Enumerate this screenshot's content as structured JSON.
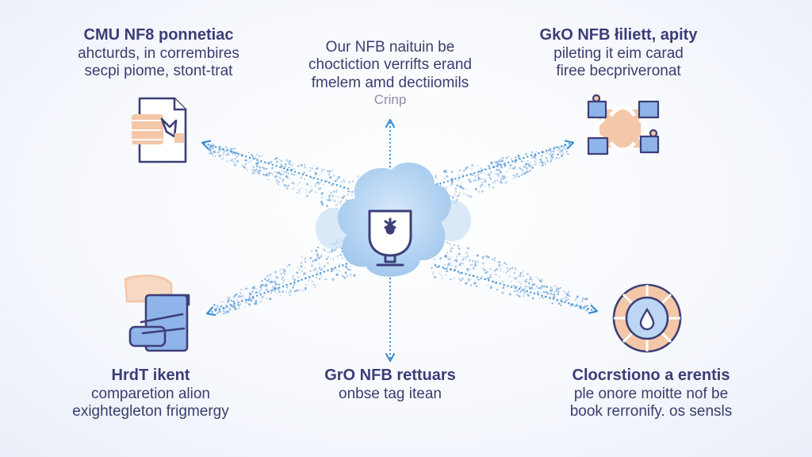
{
  "blocks": {
    "top_left": {
      "title": "CMU NF8 ponnetiac",
      "line1": "ahcturds, in corrembires",
      "line2": "secpi piome, stont-trat"
    },
    "top_center": {
      "line1": "Our NFB naituin be",
      "line2": "choctiction verrifts erand",
      "line3": "fmelem amd dectiiomils",
      "sub": "Crinp"
    },
    "top_right": {
      "title": "GkO NFB łiliett, apity",
      "line1": "pileting it eim carad",
      "line2": "firee becpriveronat"
    },
    "bottom_left": {
      "title": "HrdT ikent",
      "line1": "comparetion alion",
      "line2": "exightegleton frigmergy"
    },
    "bottom_center": {
      "title": "GrO NFB rettuars",
      "line1": "onbse tag itean"
    },
    "bottom_right": {
      "title": "Clocrstiono a erentis",
      "line1": "ple onore moitte nof be",
      "line2": "book rerronify. os sensls"
    }
  },
  "icons": {
    "center": "trophy-cup-icon",
    "top_left": "document-hand-icon",
    "top_right": "puzzle-network-icon",
    "bottom_left": "hand-holding-card-icon",
    "bottom_right": "target-dial-icon"
  },
  "colors": {
    "arrow": "#3f8ed1",
    "dots": "#6aa3dc",
    "cloud": "#a9cdee",
    "icon_stroke": "#3d3f78",
    "peach": "#f4c7a8",
    "accent_blue": "#8fb4ea"
  }
}
